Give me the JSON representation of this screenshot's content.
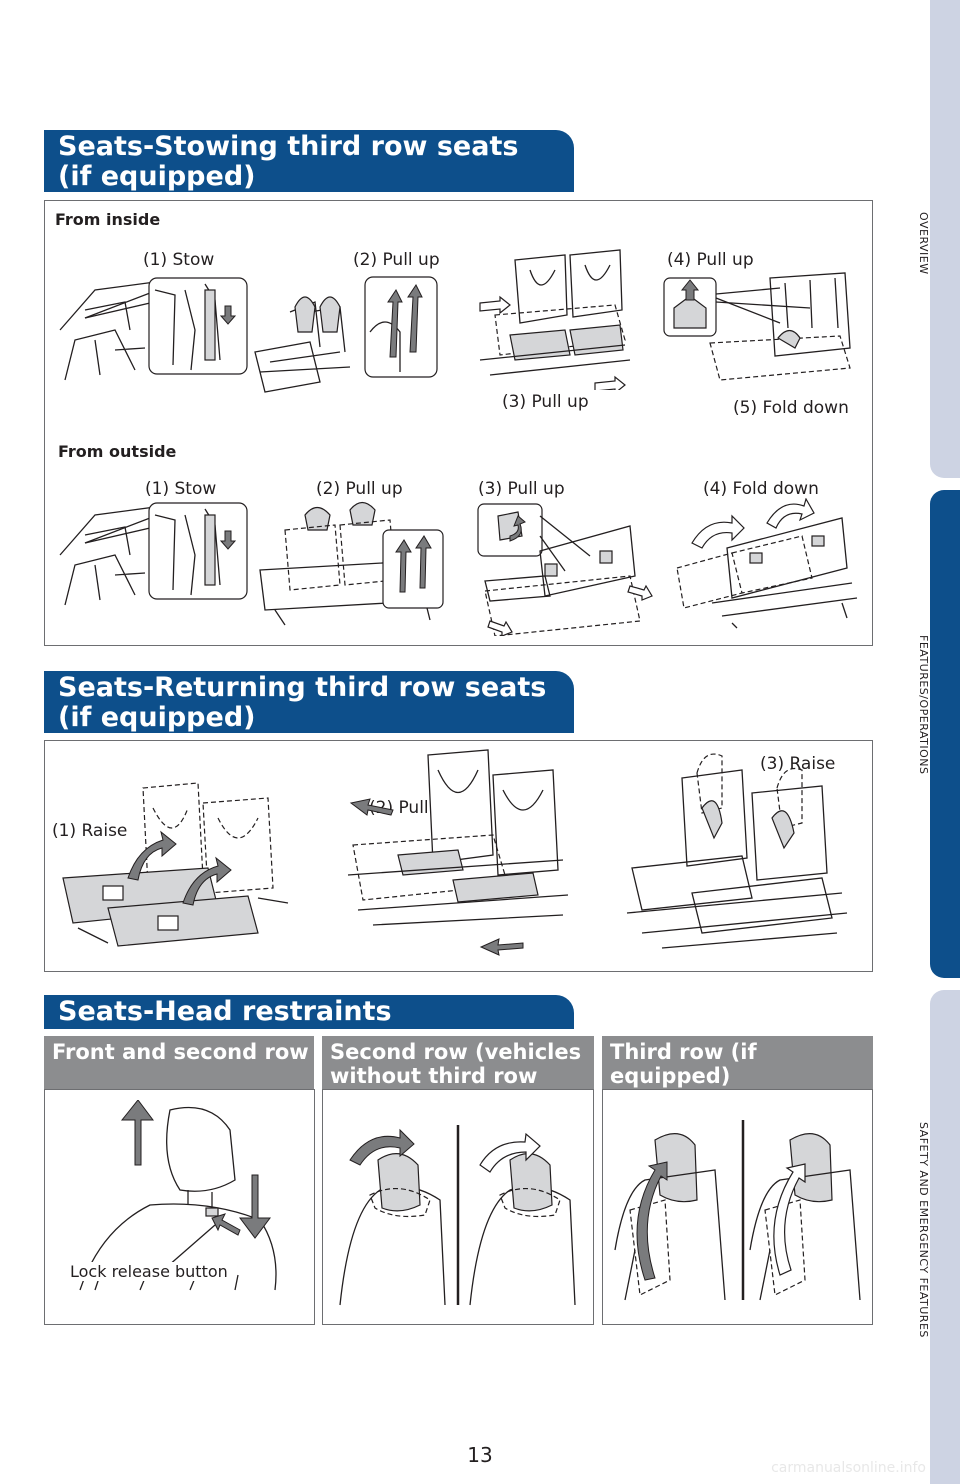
{
  "sections": {
    "stowing": {
      "title_line1": "Seats-Stowing third row seats",
      "title_line2": "(if equipped)",
      "from_inside": "From inside",
      "from_outside": "From outside",
      "inside_steps": [
        "(1) Stow",
        "(2) Pull up",
        "(3) Pull up",
        "(4) Pull up",
        "(5) Fold down"
      ],
      "outside_steps": [
        "(1) Stow",
        "(2) Pull up",
        "(3) Pull up",
        "(4) Fold down"
      ]
    },
    "returning": {
      "title_line1": "Seats-Returning third row seats",
      "title_line2": "(if equipped)",
      "steps": [
        "(1) Raise",
        "(2) Pull",
        "(3) Raise"
      ]
    },
    "head_restraints": {
      "title": "Seats-Head restraints",
      "columns": [
        {
          "heading_line1": "Front and second row",
          "heading_line2": ""
        },
        {
          "heading_line1": "Second row (vehicles",
          "heading_line2": "without third row seats)"
        },
        {
          "heading_line1": "Third row (if equipped)",
          "heading_line2": ""
        }
      ],
      "lock_release_label": "Lock release button"
    }
  },
  "side_tabs": [
    "OVERVIEW",
    "FEATURES/OPERATIONS",
    "SAFETY AND EMERGENCY FEATURES"
  ],
  "active_tab_index": 1,
  "page_number": "13",
  "footer_url": "carmanualsonline.info",
  "colors": {
    "banner": "#0d4f8b",
    "subhead": "#8c8d8f",
    "tab_inactive": "#cdd3e3",
    "tab_active": "#0d4f8b"
  }
}
